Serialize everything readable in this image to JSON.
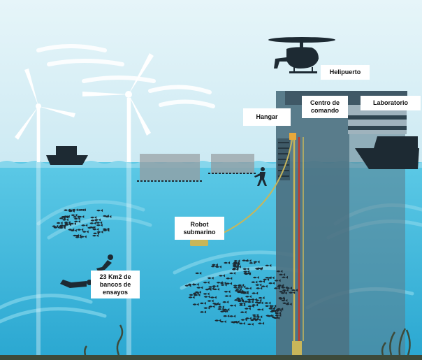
{
  "labels": {
    "helipuerto": "Helipuerto",
    "centro_de_comando": "Centro de comando",
    "laboratorio": "Laboratorio",
    "hangar": "Hangar",
    "robot_submarino": "Robot submarino",
    "bancos_de_ensayo": "23 Km2 de bancos de ensayos"
  },
  "colors": {
    "sky": "#e9f6fa",
    "sea": "#41bfe0",
    "sea_deep": "#22a3cc",
    "tower": "#4b6f80",
    "silhouette": "#1d2a33",
    "turbine": "#ffffff",
    "cable_yellow": "#c8b65a",
    "cable_red": "#c0392b",
    "seabed": "#3d4a3a"
  }
}
